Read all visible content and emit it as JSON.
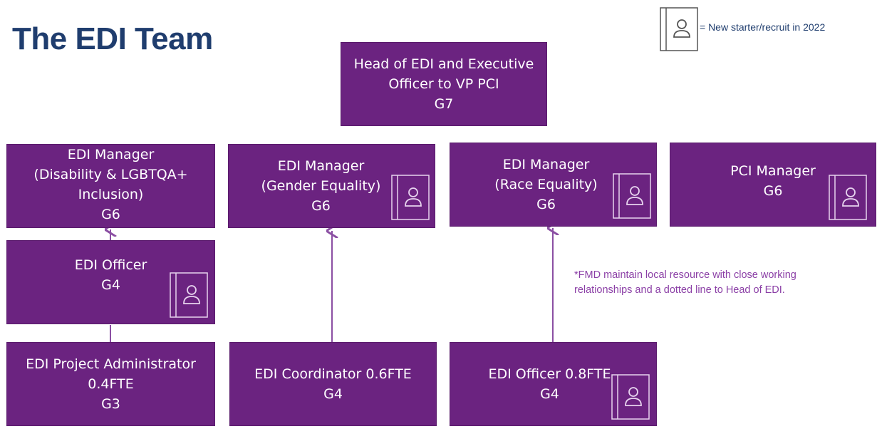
{
  "title": "The EDI Team",
  "legend": {
    "icon": "new-starter-icon",
    "text": "= New starter/recruit in 2022"
  },
  "colors": {
    "box": "#6b2380",
    "title": "#1f3d6e",
    "note": "#8b3fa6",
    "connector": "#8b4fa3"
  },
  "boxes": {
    "head": {
      "lines": [
        "Head of EDI and Executive",
        "Officer to VP PCI",
        "G7"
      ],
      "new_starter": false
    },
    "mgr_disability": {
      "lines": [
        "EDI Manager",
        "(Disability & LGBTQA+",
        "Inclusion)",
        "G6"
      ],
      "new_starter": false
    },
    "mgr_gender": {
      "lines": [
        "EDI Manager",
        "(Gender Equality)",
        "G6"
      ],
      "new_starter": true
    },
    "mgr_race": {
      "lines": [
        "EDI Manager",
        "(Race Equality)",
        "G6"
      ],
      "new_starter": true
    },
    "pci_manager": {
      "lines": [
        "PCI Manager",
        "G6"
      ],
      "new_starter": true
    },
    "edi_officer": {
      "lines": [
        "EDI Officer",
        "G4"
      ],
      "new_starter": true
    },
    "project_admin": {
      "lines": [
        "EDI Project Administrator",
        "0.4FTE",
        "G3"
      ],
      "new_starter": false
    },
    "coordinator": {
      "lines": [
        "EDI Coordinator 0.6FTE",
        "G4"
      ],
      "new_starter": false
    },
    "officer_08": {
      "lines": [
        "EDI Officer 0.8FTE",
        "G4"
      ],
      "new_starter": true
    }
  },
  "note": [
    "*FMD maintain local resource with close working",
    "relationships and a dotted line to Head of EDI."
  ]
}
